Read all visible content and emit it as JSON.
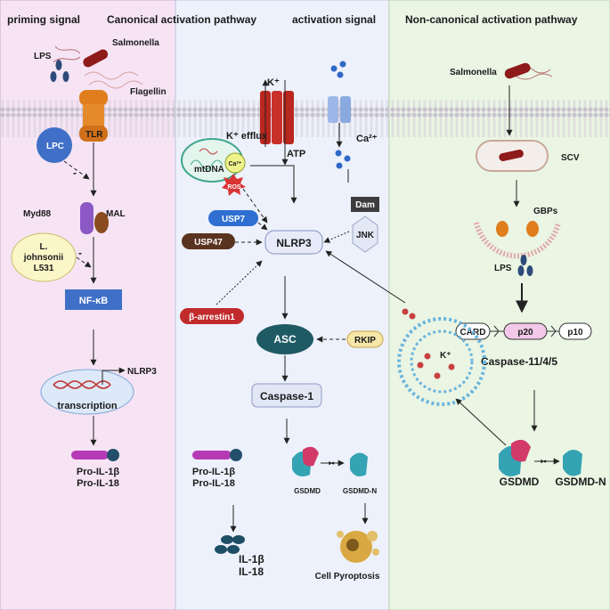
{
  "headers": {
    "priming": "priming signal",
    "canonical": "Canonical activation pathway",
    "activation": "activation signal",
    "noncanonical": "Non-canonical activation pathway"
  },
  "priming": {
    "lps": "LPS",
    "salmonella": "Salmonella",
    "flagellin": "Flagellin",
    "tlr": "TLR",
    "lpc": "LPC",
    "minus1": "-",
    "myd88": "Myd88",
    "mal": "MAL",
    "ljohnsonii_1": "L.",
    "ljohnsonii_2": "johnsonii",
    "ljohnsonii_3": "L531",
    "minus2": "-",
    "nfkb": "NF-κB",
    "nlrp3_gene": "NLRP3",
    "transcription": "transcription",
    "pro_il1b": "Pro-IL-1β",
    "pro_il18": "Pro-IL-18"
  },
  "activation": {
    "k_top": "K⁺",
    "k_efflux": "K⁺ efflux",
    "atp": "ATP",
    "ca_out": "Ca²⁺",
    "mtdna": "mtDNA",
    "ca_mito": "Ca²⁺",
    "ros": "ROS",
    "dam": "Dam",
    "jnk": "JNK",
    "usp7": "USP7",
    "usp47": "USP47",
    "nlrp3": "NLRP3",
    "barrestin": "β-arrestin1",
    "asc": "ASC",
    "rkip": "RKIP",
    "caspase1": "Caspase-1",
    "pro_il1b": "Pro-IL-1β",
    "pro_il18": "Pro-IL-18",
    "gsdmd": "GSDMD",
    "gsdmd_n": "GSDMD-N",
    "il1b": "IL-1β",
    "il18": "IL-18",
    "pyroptosis": "Cell Pyroptosis"
  },
  "noncanonical": {
    "salmonella": "Salmonella",
    "scv": "SCV",
    "gbps": "GBPs",
    "lps": "LPS",
    "card": "CARD",
    "p20": "p20",
    "p10": "p10",
    "caspase": "Caspase-11/4/5",
    "k": "K⁺",
    "gsdmd": "GSDMD",
    "gsdmd_n": "GSDMD-N"
  }
}
